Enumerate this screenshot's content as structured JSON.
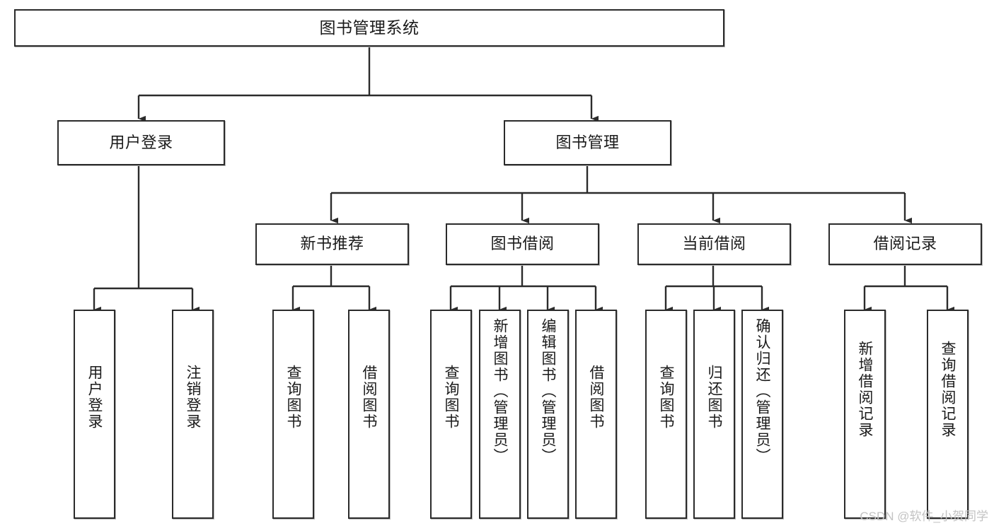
{
  "diagram": {
    "title": "图书管理系统",
    "type": "functional-structure-tree",
    "watermark": "CSDN @软件_小贺同学",
    "colors": {
      "node_border": "#2b2b2b",
      "node_fill": "#ffffff",
      "edge": "#2b2b2b",
      "text": "#1a1a1a",
      "watermark": "#c3c3c3",
      "background": "#ffffff"
    },
    "nodes": {
      "root": {
        "label": "图书管理系统"
      },
      "level1": [
        {
          "id": "user-login",
          "label": "用户登录"
        },
        {
          "id": "book-manage",
          "label": "图书管理"
        }
      ],
      "level2": [
        {
          "id": "new-book-recommend",
          "label": "新书推荐"
        },
        {
          "id": "book-borrow",
          "label": "图书借阅"
        },
        {
          "id": "current-borrow",
          "label": "当前借阅"
        },
        {
          "id": "borrow-record",
          "label": "借阅记录"
        }
      ],
      "leaves": {
        "user_login": [
          {
            "id": "leaf-user-login",
            "label": "用户登录"
          },
          {
            "id": "leaf-user-logout",
            "label": "注销登录"
          }
        ],
        "new_book_recommend": [
          {
            "id": "leaf-query-book-1",
            "label": "查询图书"
          },
          {
            "id": "leaf-borrow-book-1",
            "label": "借阅图书"
          }
        ],
        "book_borrow": [
          {
            "id": "leaf-query-book-2",
            "label": "查询图书"
          },
          {
            "id": "leaf-add-book",
            "label": "新增图书（管理员）"
          },
          {
            "id": "leaf-edit-book",
            "label": "编辑图书（管理员）"
          },
          {
            "id": "leaf-borrow-book-2",
            "label": "借阅图书"
          }
        ],
        "current_borrow": [
          {
            "id": "leaf-query-book-3",
            "label": "查询图书"
          },
          {
            "id": "leaf-return-book",
            "label": "归还图书"
          },
          {
            "id": "leaf-confirm-return",
            "label": "确认归还（管理员）"
          }
        ],
        "borrow_record": [
          {
            "id": "leaf-add-record",
            "label": "新增借阅记录"
          },
          {
            "id": "leaf-query-record",
            "label": "查询借阅记录"
          }
        ]
      }
    },
    "edges": [
      {
        "from": "root",
        "to": "user-login"
      },
      {
        "from": "root",
        "to": "book-manage"
      },
      {
        "from": "user-login",
        "to": "leaf-user-login"
      },
      {
        "from": "user-login",
        "to": "leaf-user-logout"
      },
      {
        "from": "book-manage",
        "to": "new-book-recommend"
      },
      {
        "from": "book-manage",
        "to": "book-borrow"
      },
      {
        "from": "book-manage",
        "to": "current-borrow"
      },
      {
        "from": "book-manage",
        "to": "borrow-record"
      },
      {
        "from": "new-book-recommend",
        "to": "leaf-query-book-1"
      },
      {
        "from": "new-book-recommend",
        "to": "leaf-borrow-book-1"
      },
      {
        "from": "book-borrow",
        "to": "leaf-query-book-2"
      },
      {
        "from": "book-borrow",
        "to": "leaf-add-book"
      },
      {
        "from": "book-borrow",
        "to": "leaf-edit-book"
      },
      {
        "from": "book-borrow",
        "to": "leaf-borrow-book-2"
      },
      {
        "from": "current-borrow",
        "to": "leaf-query-book-3"
      },
      {
        "from": "current-borrow",
        "to": "leaf-return-book"
      },
      {
        "from": "current-borrow",
        "to": "leaf-confirm-return"
      },
      {
        "from": "borrow-record",
        "to": "leaf-add-record"
      },
      {
        "from": "borrow-record",
        "to": "leaf-query-record"
      }
    ]
  }
}
